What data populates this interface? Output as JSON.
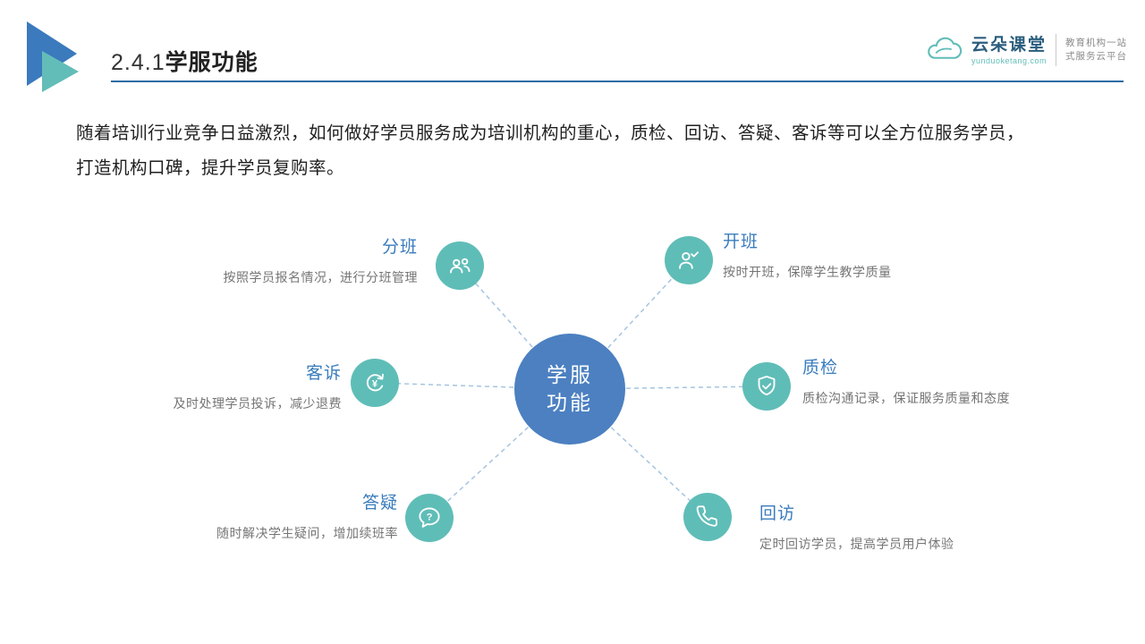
{
  "slide": {
    "title": {
      "prefix": "2.4.1",
      "text": "学服功能"
    },
    "intro": {
      "line1": "随着培训行业竞争日益激烈，如何做好学员服务成为培训机构的重心，质检、回访、答疑、客诉等可以全方位服务学员，",
      "line2": "打造机构口碑，提升学员复购率。"
    }
  },
  "brand": {
    "name": "云朵课堂",
    "url": "yunduoketang.com",
    "tagline_line1": "教育机构一站",
    "tagline_line2": "式服务云平台"
  },
  "diagram": {
    "center": {
      "line1": "学服",
      "line2": "功能"
    },
    "nodes": [
      {
        "label": "分班",
        "desc": "按照学员报名情况，进行分班管理",
        "icon": "people-icon"
      },
      {
        "label": "开班",
        "desc": "按时开班，保障学生教学质量",
        "icon": "person-check-icon"
      },
      {
        "label": "客诉",
        "desc": "及时处理学员投诉，减少退费",
        "icon": "yen-refresh-icon"
      },
      {
        "label": "质检",
        "desc": "质检沟通记录，保证服务质量和态度",
        "icon": "shield-check-icon"
      },
      {
        "label": "答疑",
        "desc": "随时解决学生疑问，增加续班率",
        "icon": "question-bubble-icon"
      },
      {
        "label": "回访",
        "desc": "定时回访学员，提高学员用户体验",
        "icon": "phone-icon"
      }
    ]
  },
  "colors": {
    "accent_blue": "#4c80c1",
    "teal": "#5fbdb7",
    "label_blue": "#3a7cbd",
    "title_rule_blue": "#2c6ba5",
    "desc_gray": "#757575",
    "logo_blue": "#3a7abd"
  }
}
